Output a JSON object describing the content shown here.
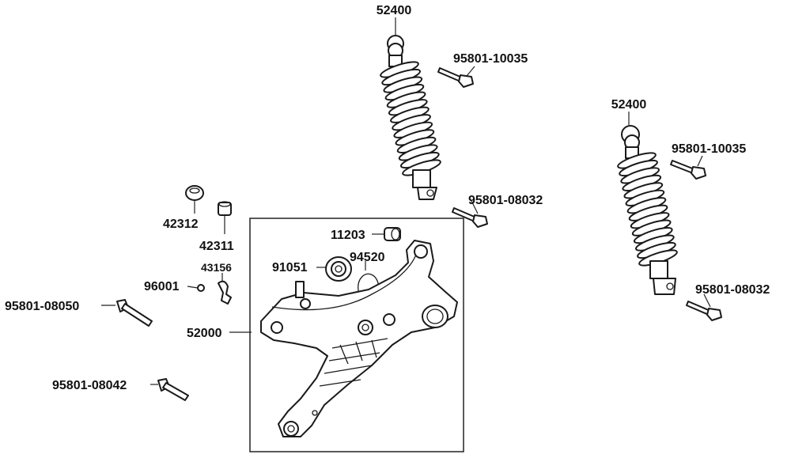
{
  "labels": {
    "shock_left": "52400",
    "shock_right": "52400",
    "bolt_top_left": "95801-10035",
    "bolt_top_right": "95801-10035",
    "bolt_bottom_left": "95801-08032",
    "bolt_bottom_right": "95801-08032",
    "collar_42312": "42312",
    "collar_42311": "42311",
    "clamp_43156": "43156",
    "screw_96001": "96001",
    "bolt_08050": "95801-08050",
    "bolt_08042": "95801-08042",
    "bushing_11203": "11203",
    "bearing_91051": "91051",
    "circlip_94520": "94520",
    "arm_52000": "52000"
  }
}
